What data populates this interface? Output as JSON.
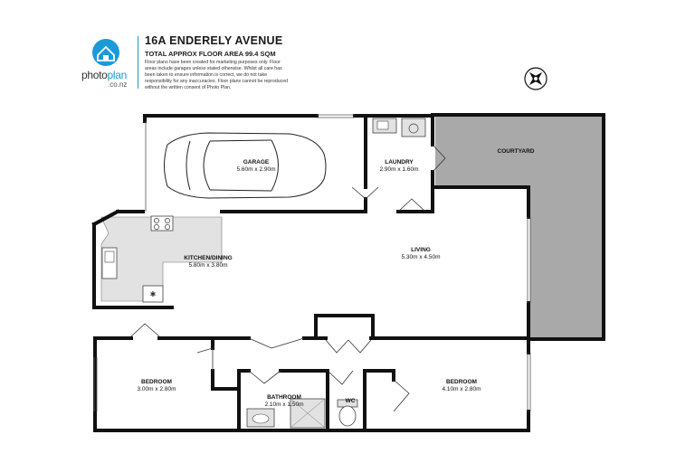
{
  "brand": {
    "logo_icon": "house-icon",
    "name_prefix": "photo",
    "name_suffix": "plan",
    "domain": ".co.nz",
    "accent": "#1a9bd7"
  },
  "header": {
    "title": "16A ENDERELY AVENUE",
    "area": "TOTAL APPROX FLOOR AREA 99.4 SQM",
    "disclaimer": "Floor plans have been created for marketing purposes only. Floor areas include garages unless stated otherwise. Whilst all care has been taken to ensure information is correct, we do not take responsibility for any inaccuracies. Floor plans cannot be reproduced without the written consent of Photo Plan."
  },
  "compass_icon": "compass-icon",
  "rooms": {
    "garage": {
      "name": "GARAGE",
      "dims": "5.60m x 2.90m"
    },
    "laundry": {
      "name": "LAUNDRY",
      "dims": "2.90m x 1.60m"
    },
    "courtyard": {
      "name": "COURTYARD"
    },
    "kitchen": {
      "name": "KITCHEN/DINING",
      "dims": "5.80m x 3.80m"
    },
    "living": {
      "name": "LIVING",
      "dims": "5.30m x 4.50m"
    },
    "bedroom1": {
      "name": "BEDROOM",
      "dims": "3.00m x 2.80m"
    },
    "bedroom2": {
      "name": "BEDROOM",
      "dims": "4.10m x 2.80m"
    },
    "bathroom": {
      "name": "BATHROOM",
      "dims": "2.10m x 1.50m"
    },
    "wc": {
      "name": "WC"
    }
  },
  "colors": {
    "wall": "#111111",
    "courtyard": "#a9a9a9",
    "fixture": "#e2e2e2"
  }
}
